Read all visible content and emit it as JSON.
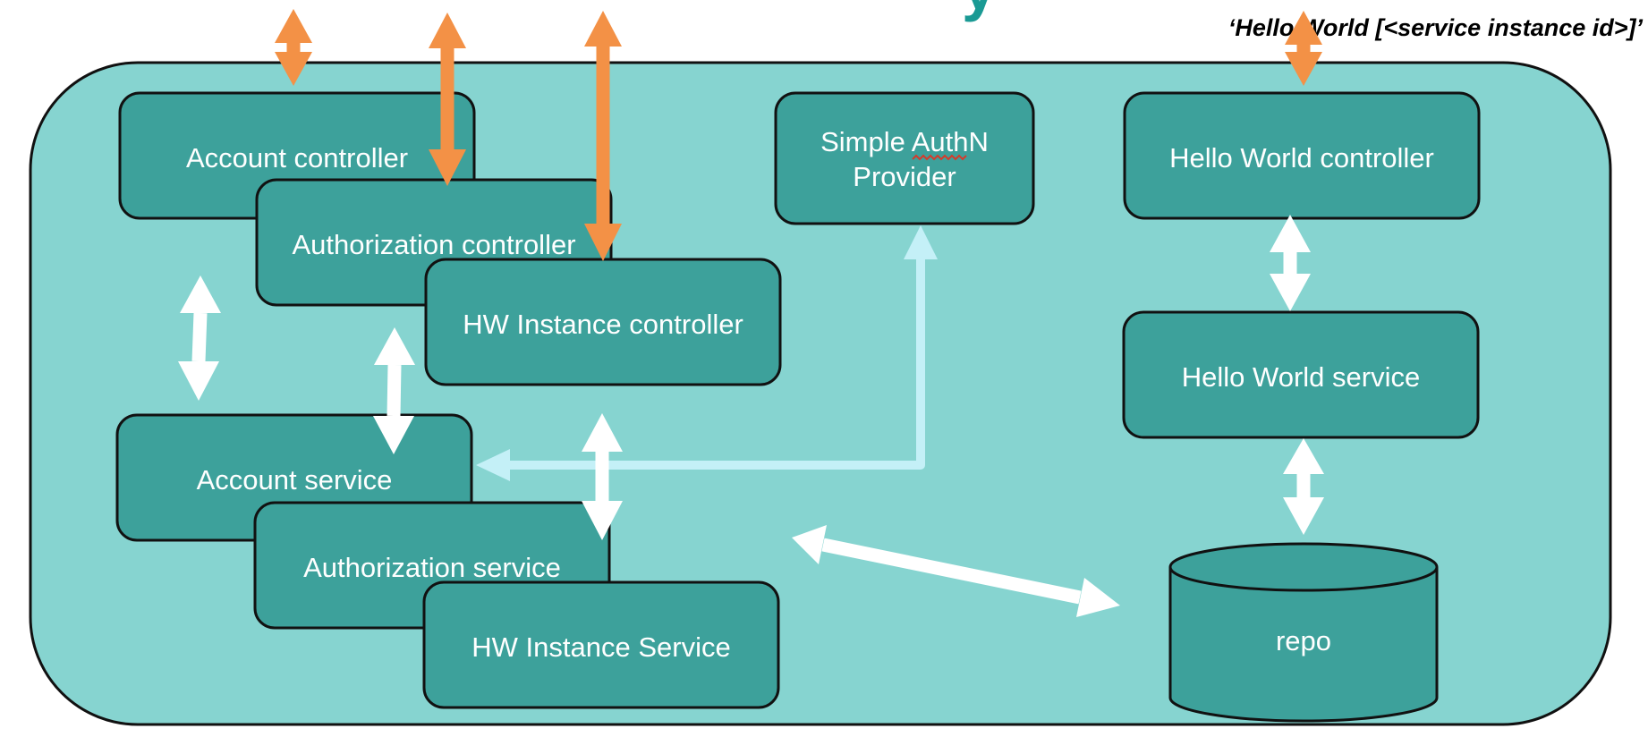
{
  "caption": "‘Hello World [<service instance id>]’",
  "title_fragment": "y",
  "colors": {
    "background": "#ffffff",
    "container_fill": "#86d4d0",
    "box_fill": "#3da19b",
    "outline": "#111111",
    "label_text": "#ffffff",
    "external_arrow": "#f39146",
    "internal_arrow": "#ffffff",
    "authn_arrow": "#c4f0f7",
    "title_fragment": "#1a9a94",
    "spellcheck_underline": "#d63a2a"
  },
  "boxes": {
    "account_controller": "Account controller",
    "authorization_controller": "Authorization controller",
    "hw_instance_controller": "HW Instance controller",
    "simple_authn_provider": [
      "Simple AuthN",
      "Provider"
    ],
    "hello_world_controller": "Hello World controller",
    "hello_world_service": "Hello World service",
    "account_service": "Account service",
    "authorization_service": "Authorization service",
    "hw_instance_service": "HW Instance Service",
    "repo": "repo"
  }
}
